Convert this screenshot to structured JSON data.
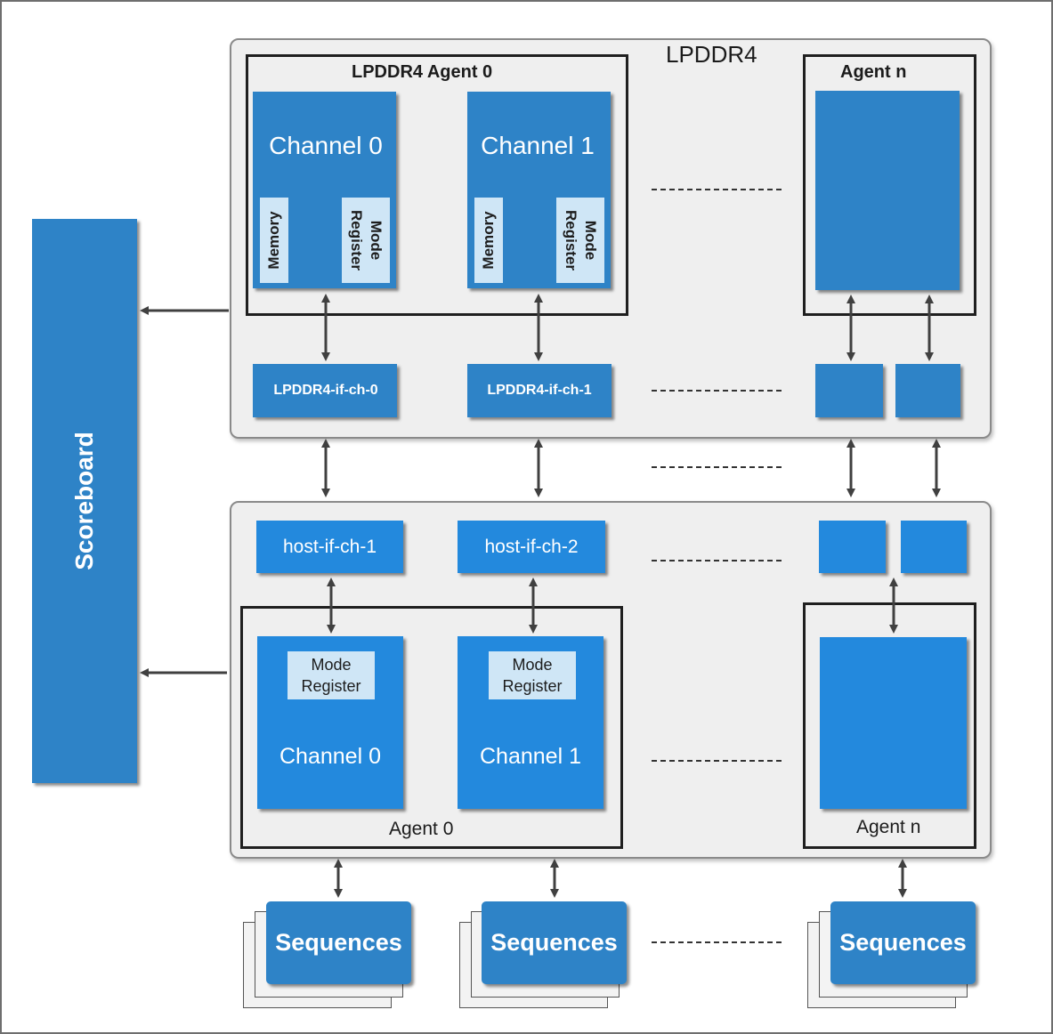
{
  "top": {
    "title": "LPDDR4",
    "agent0_label": "LPDDR4 Agent 0",
    "agentn_label": "Agent n",
    "channel0": "Channel 0",
    "channel1": "Channel 1",
    "memory": "Memory",
    "mode_register": "Mode Register",
    "if_ch_0": "LPDDR4-if-ch-0",
    "if_ch_1": "LPDDR4-if-ch-1"
  },
  "bottom": {
    "host_if_1": "host-if-ch-1",
    "host_if_2": "host-if-ch-2",
    "mode_register_line1": "Mode",
    "mode_register_line2": "Register",
    "channel0": "Channel 0",
    "channel1": "Channel 1",
    "agent0_label": "Agent 0",
    "agentn_label": "Agent n"
  },
  "scoreboard": "Scoreboard",
  "sequences": [
    "Sequences",
    "Sequences",
    "Sequences"
  ],
  "colors": {
    "block": "#2e83c7",
    "block_bright": "#2389dd",
    "light": "#cfe6f6",
    "panel": "#efefef"
  }
}
